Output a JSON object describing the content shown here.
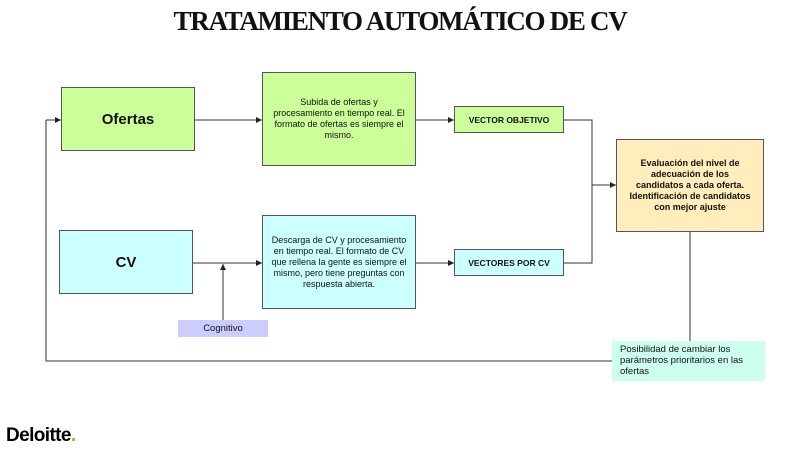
{
  "title": "TRATAMIENTO AUTOMÁTICO DE CV",
  "boxes": {
    "ofertas": {
      "label": "Ofertas",
      "color": "#ccff99"
    },
    "cv": {
      "label": "CV",
      "color": "#ccffff"
    },
    "ofertas_desc": {
      "text": "Subida de ofertas y procesamiento en tiempo real. El formato de ofertas es siempre el mismo.",
      "color": "#ccff99"
    },
    "cv_desc": {
      "text": "Descarga de CV y procesamiento en tiempo real. El formato de CV que rellena la gente es siempre el mismo, pero tiene preguntas con respuesta abierta.",
      "color": "#ccffff"
    },
    "vector_objetivo": {
      "label": "VECTOR OBJETIVO",
      "color": "#ccff99"
    },
    "vectores_cv": {
      "label": "VECTORES POR CV",
      "color": "#ccffff"
    },
    "evaluacion": {
      "text": "Evaluación del nivel de adecuación de los candidatos a cada oferta. Identificación de candidatos con mejor ajuste",
      "color": "#ffeebb"
    }
  },
  "cognitivo": {
    "label": "Cognitivo",
    "color": "#ccccff"
  },
  "feedback_note": {
    "text": "Posibilidad de cambiar los parámetros prioritarios en las ofertas",
    "color": "#ccffee"
  },
  "logo": {
    "text": "Deloitte",
    "dot": ".",
    "dot_color": "#86bc25"
  }
}
